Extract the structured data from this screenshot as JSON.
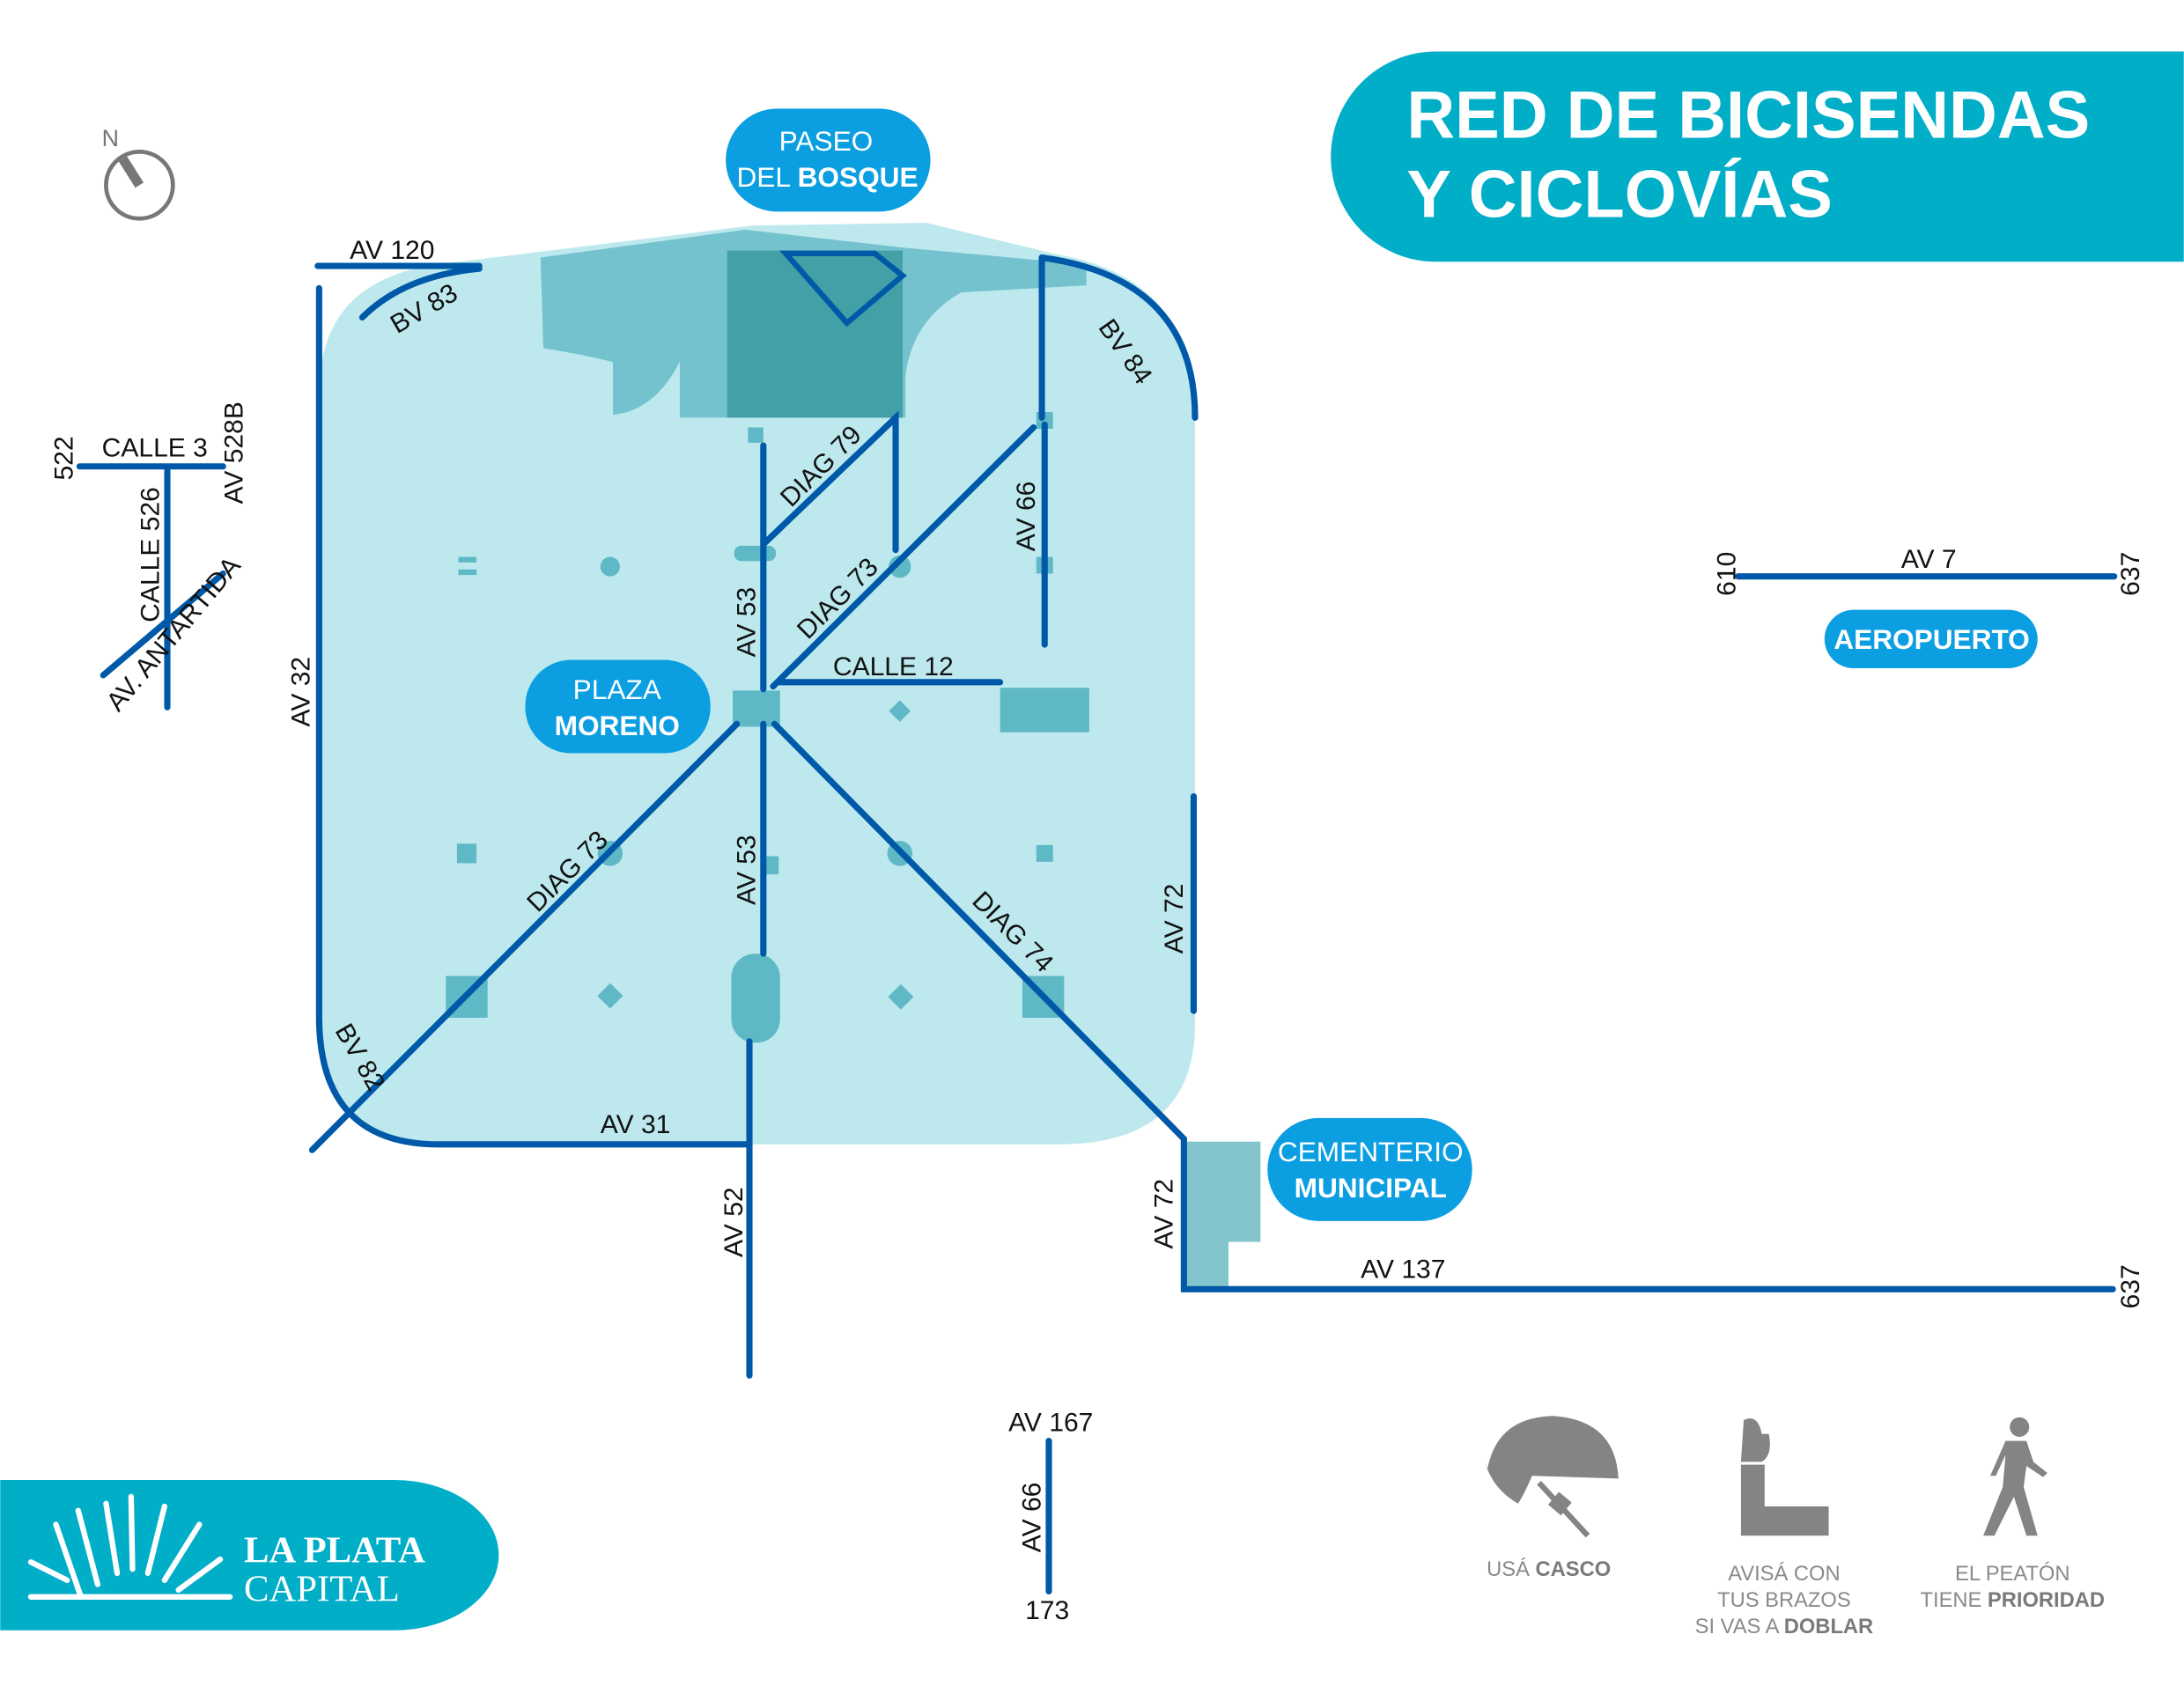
{
  "title": {
    "line1": "RED DE BICISENDAS",
    "line2": "Y CICLOVÍAS"
  },
  "compass": {
    "label": "N"
  },
  "places": {
    "paseo": {
      "line1": "PASEO",
      "line2a": "DEL ",
      "line2b": "BOSQUE"
    },
    "plaza": {
      "line1": "PLAZA",
      "line2": "MORENO"
    },
    "aeropuerto": "AEROPUERTO",
    "cementerio": {
      "line1": "CEMENTERIO",
      "line2": "MUNICIPAL"
    }
  },
  "streets": {
    "av120": "AV 120",
    "bv83": "BV 83",
    "bv84": "BV 84",
    "av32": "AV 32",
    "calle3": "CALLE 3",
    "s522": "522",
    "av528b": "AV 528B",
    "calle526": "CALLE 526",
    "antartida": "AV. ANTARTIDA",
    "diag79": "DIAG 79",
    "av53a": "AV 53",
    "av53b": "AV 53",
    "diag73a": "DIAG 73",
    "diag73b": "DIAG 73",
    "av66": "AV 66",
    "calle12": "CALLE 12",
    "diag74": "DIAG 74",
    "av72a": "AV 72",
    "av72b": "AV 72",
    "bv82": "BV 82",
    "av31": "AV 31",
    "av52": "AV 52",
    "av137": "AV 137",
    "s637a": "637",
    "s637b": "637",
    "av7": "AV 7",
    "s610": "610",
    "av167": "AV 167",
    "av66b": "AV 66",
    "s173": "173"
  },
  "logo": {
    "line1": "LA PLATA",
    "line2": "CAPITAL"
  },
  "tips": [
    {
      "icon": "helmet-icon",
      "normal": "USÁ ",
      "bold": "CASCO"
    },
    {
      "icon": "raised-arm-icon",
      "l1": "AVISÁ CON",
      "l2": "TUS BRAZOS",
      "l3": "SI VAS A ",
      "bold": "DOBLAR"
    },
    {
      "icon": "pedestrian-icon",
      "l1": "EL PEATÓN",
      "l2": "TIENE ",
      "bold": "PRIORIDAD"
    }
  ],
  "colors": {
    "brand": "#00aec7",
    "road": "#0059a8",
    "park": "#bde9ee",
    "pill": "#0b9fe2"
  }
}
